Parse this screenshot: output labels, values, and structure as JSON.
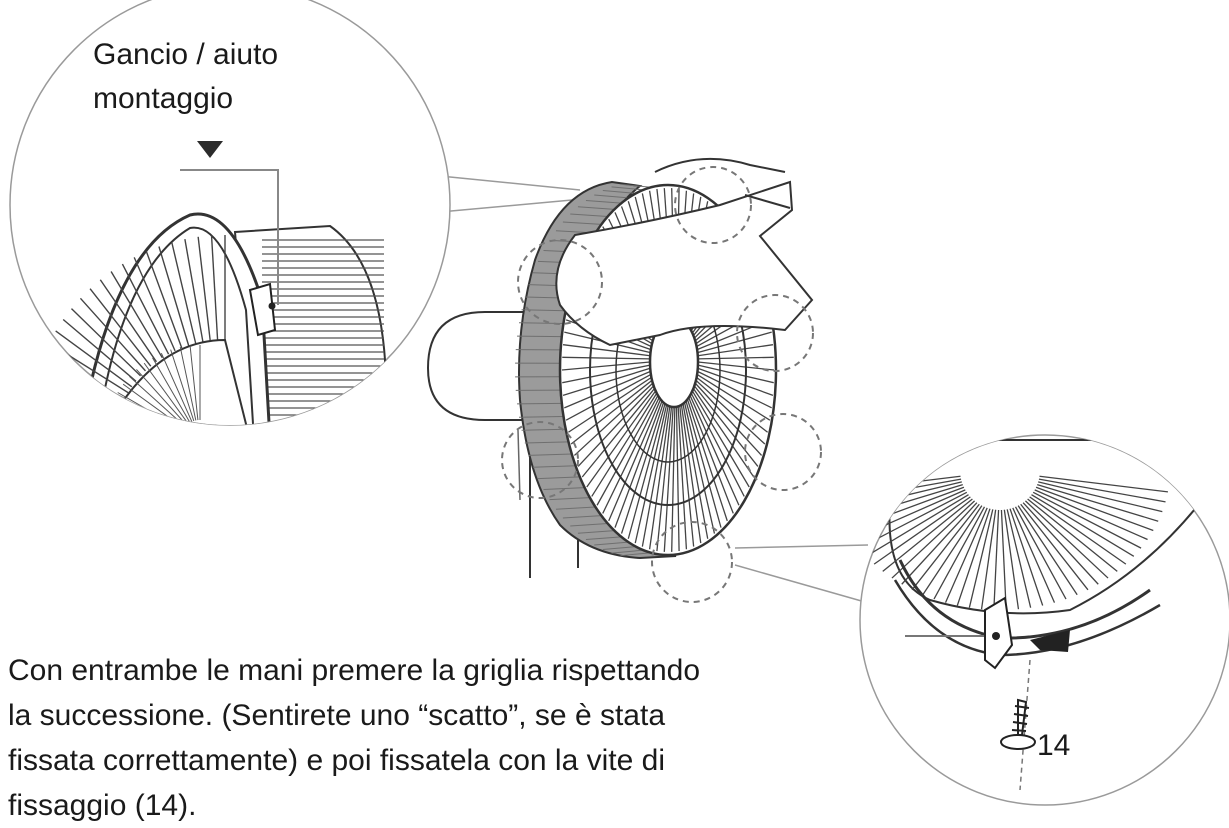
{
  "hook_label": {
    "line1": "Gancio / aiuto",
    "line2": "montaggio"
  },
  "instruction": {
    "line1": "Con entrambe le mani premere la griglia rispettando",
    "line2": "la successione. (Sentirete uno “scatto”, se è stata",
    "line3": "fissata correttamente) e poi fissatela con la vite di",
    "line4": "fissaggio (14)."
  },
  "screw_label": "14"
}
